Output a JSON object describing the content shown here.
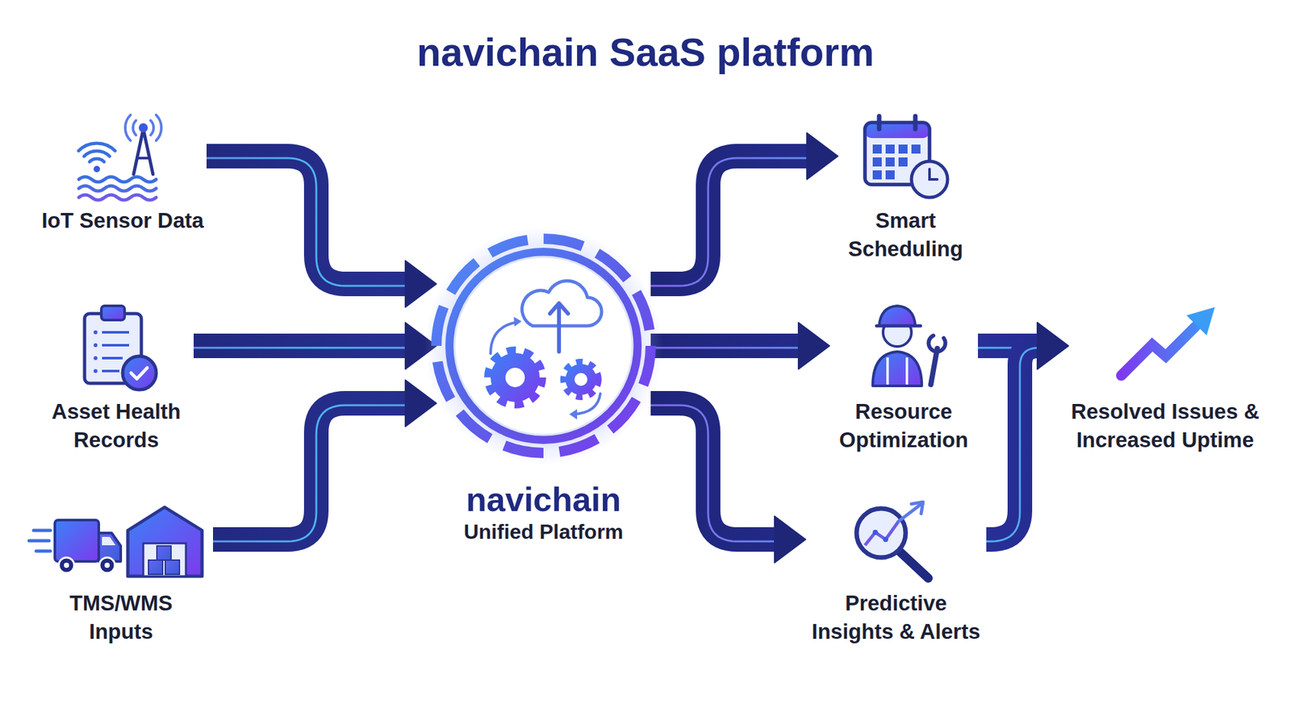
{
  "diagram": {
    "title": "navichain SaaS platform",
    "nodes": [
      {
        "text": [
          "IoT Sensor Data"
        ]
      },
      {
        "text": [
          "Asset Health Records"
        ]
      },
      {
        "text": [
          "TMS/WMS Inputs"
        ]
      },
      {
        "text": [
          "navichain",
          "Unified Platform"
        ]
      },
      {
        "text": [
          "Smart Scheduling"
        ]
      },
      {
        "text": [
          "Resource Optimization"
        ]
      },
      {
        "text": [
          "Predictive Insights & Alerts"
        ]
      },
      {
        "text": [
          "Resolved Issues & Increased Uptime"
        ]
      }
    ],
    "edges": [
      {
        "from": 0,
        "to": 3,
        "arrow": "to"
      },
      {
        "from": 1,
        "to": 3,
        "arrow": "to"
      },
      {
        "from": 2,
        "to": 3,
        "arrow": "to"
      },
      {
        "from": 3,
        "to": 4,
        "arrow": "to"
      },
      {
        "from": 3,
        "to": 5,
        "arrow": "to"
      },
      {
        "from": 3,
        "to": 6,
        "arrow": "to"
      },
      {
        "from": 5,
        "to": 7,
        "arrow": "to"
      },
      {
        "from": 6,
        "to": 7,
        "arrow": "to"
      }
    ]
  }
}
